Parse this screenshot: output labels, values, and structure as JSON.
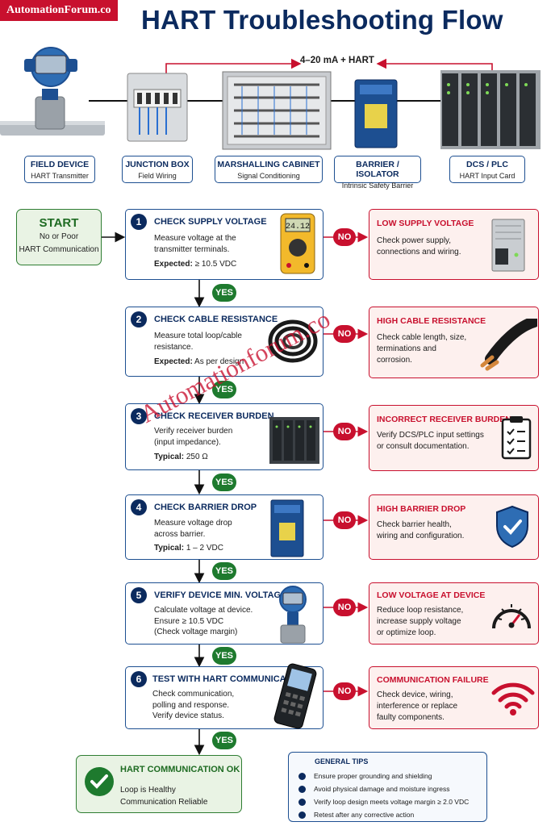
{
  "brand": "AutomationForum.co",
  "title": "HART Troubleshooting Flow",
  "signal_label": "4–20 mA + HART",
  "devices": [
    {
      "name": "FIELD DEVICE",
      "sub": "HART Transmitter"
    },
    {
      "name": "JUNCTION BOX",
      "sub": "Field Wiring"
    },
    {
      "name": "MARSHALLING CABINET",
      "sub": "Signal Conditioning"
    },
    {
      "name": "BARRIER / ISOLATOR",
      "sub": "Intrinsic Safety Barrier"
    },
    {
      "name": "DCS / PLC",
      "sub": "HART Input Card"
    }
  ],
  "start": {
    "title": "START",
    "line1": "No or Poor",
    "line2": "HART Communication"
  },
  "steps": [
    {
      "num": "1",
      "title": "CHECK SUPPLY VOLTAGE",
      "l1": "Measure voltage at the",
      "l2": "transmitter terminals.",
      "key": "Expected:",
      "val": "≥ 10.5 VDC"
    },
    {
      "num": "2",
      "title": "CHECK CABLE RESISTANCE",
      "l1": "Measure total loop/cable",
      "l2": "resistance.",
      "key": "Expected:",
      "val": "As per design"
    },
    {
      "num": "3",
      "title": "CHECK RECEIVER BURDEN",
      "l1": "Verify receiver burden",
      "l2": "(input impedance).",
      "key": "Typical:",
      "val": "250 Ω"
    },
    {
      "num": "4",
      "title": "CHECK BARRIER DROP",
      "l1": "Measure voltage drop",
      "l2": "across barrier.",
      "key": "Typical:",
      "val": "1 – 2 VDC"
    },
    {
      "num": "5",
      "title": "VERIFY DEVICE MIN. VOLTAGE",
      "l1": "Calculate voltage at device.",
      "l2": "Ensure ≥ 10.5 VDC",
      "l3": "(Check voltage margin)"
    },
    {
      "num": "6",
      "title": "TEST WITH HART COMMUNICATOR",
      "l1": "Check communication,",
      "l2": "polling and response.",
      "l3": "Verify device status."
    }
  ],
  "failures": [
    {
      "title": "LOW SUPPLY VOLTAGE",
      "l1": "Check power supply,",
      "l2": "connections and wiring."
    },
    {
      "title": "HIGH CABLE RESISTANCE",
      "l1": "Check cable length, size,",
      "l2": "terminations and",
      "l3": "corrosion."
    },
    {
      "title": "INCORRECT RECEIVER BURDEN",
      "l1": "Verify DCS/PLC input settings",
      "l2": "or consult documentation."
    },
    {
      "title": "HIGH BARRIER DROP",
      "l1": "Check barrier health,",
      "l2": "wiring and configuration."
    },
    {
      "title": "LOW VOLTAGE AT DEVICE",
      "l1": "Reduce loop resistance,",
      "l2": "increase supply voltage",
      "l3": "or optimize loop."
    },
    {
      "title": "COMMUNICATION FAILURE",
      "l1": "Check device, wiring,",
      "l2": "interference or replace",
      "l3": "faulty components."
    }
  ],
  "no_label": "NO",
  "yes_label": "YES",
  "ok": {
    "title": "HART COMMUNICATION OK",
    "line1": "Loop is Healthy",
    "line2": "Communication Reliable"
  },
  "tips": {
    "title": "GENERAL TIPS",
    "items": [
      "Ensure proper grounding and shielding",
      "Avoid physical damage and moisture ingress",
      "Verify loop design meets voltage margin ≥ 2.0 VDC",
      "Retest after any corrective action"
    ]
  },
  "watermark": "Automationforum.co",
  "colors": {
    "navy": "#0b2a5e",
    "blue": "#1d4f91",
    "red": "#c8102e",
    "green": "#1e7a2e"
  }
}
